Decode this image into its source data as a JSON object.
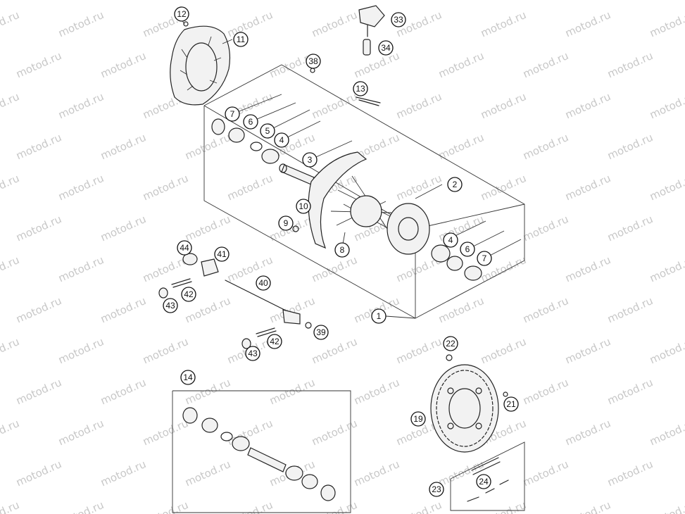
{
  "watermark_text": "motod.ru",
  "callouts": [
    "1",
    "2",
    "3",
    "4",
    "5",
    "6",
    "7",
    "8",
    "9",
    "10",
    "11",
    "12",
    "13",
    "14",
    "19",
    "21",
    "22",
    "23",
    "24",
    "33",
    "34",
    "38",
    "39",
    "40",
    "41",
    "42",
    "43",
    "44"
  ],
  "colors": {
    "line": "#222222",
    "watermark": "#c8c8c8",
    "background": "#ffffff"
  }
}
